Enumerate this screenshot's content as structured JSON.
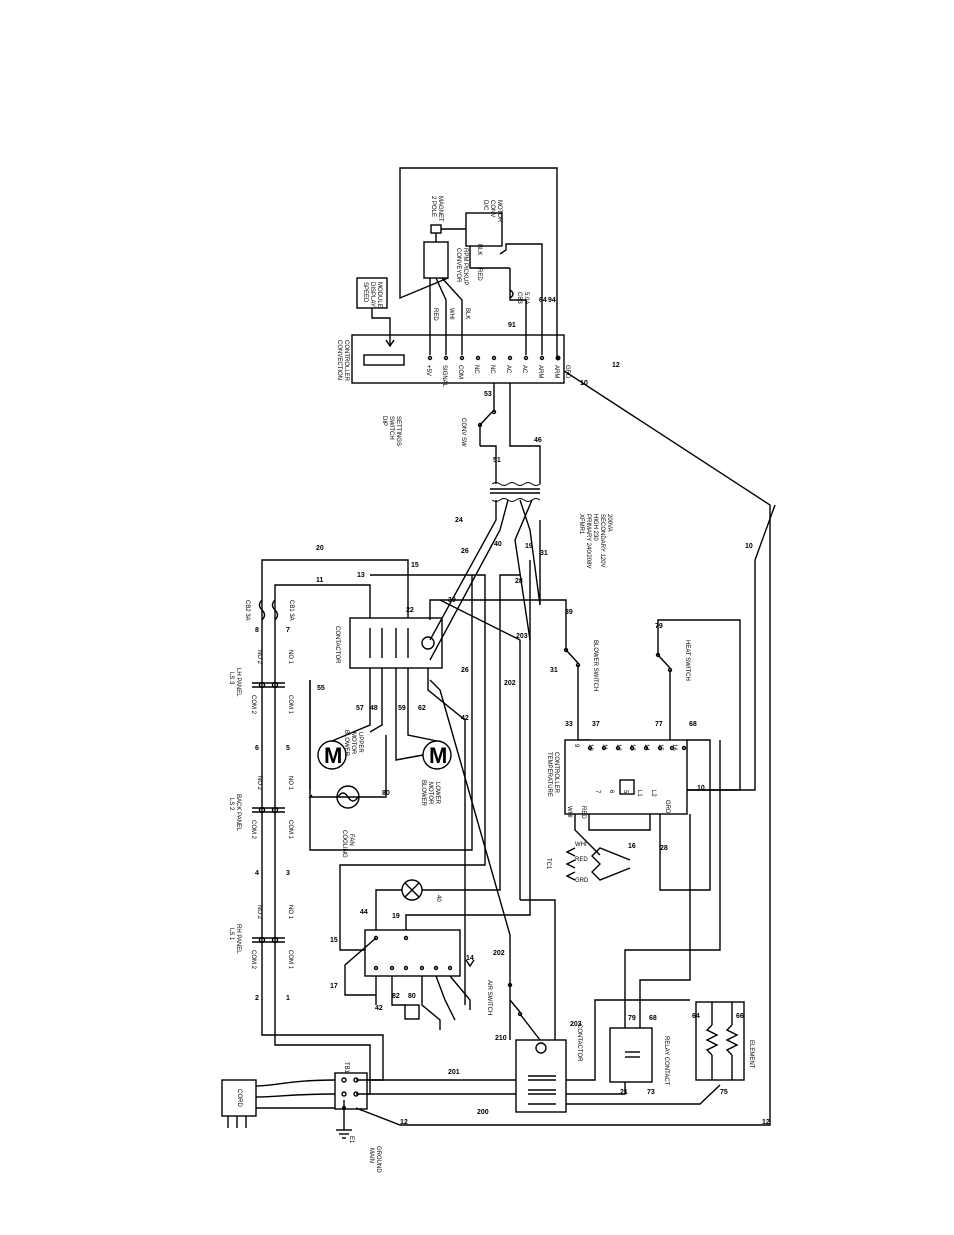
{
  "components": {
    "cord": "CORD",
    "main_ground": [
      "MAIN",
      "GROUND"
    ],
    "ground_id": "E1",
    "terminal_block": "TB1",
    "switch_ls1": [
      "LS 1",
      "RH PANEL"
    ],
    "switch_ls2": [
      "LS 2",
      "BACK PANEL"
    ],
    "switch_ls3": [
      "LS 3",
      "LH PANEL"
    ],
    "contacts": {
      "no1": "NO 1",
      "no2": "NO 2",
      "com1": "COM 1",
      "com2": "COM 2"
    },
    "cb1": "CB1 3A",
    "cb2": "CB2 3A",
    "contactor_a": "CONTACTOR",
    "contactor_b": "CONTACTOR",
    "blower_upper": [
      "BLOWER",
      "MOTOR",
      "UPPER"
    ],
    "blower_lower": [
      "BLOWER",
      "MOTOR",
      "LOWER"
    ],
    "cooling_fan": [
      "COOLING",
      "FAN"
    ],
    "motor_symbol": "M",
    "transformer": [
      "XFMR1",
      "PRIMARY 240/208V",
      "HIGH 230",
      "SECONDARY 120V",
      "200VA"
    ],
    "dip_switch": [
      "DIP",
      "SWITCH",
      "SETTINGS"
    ],
    "conv_switch": "CONV SW",
    "convection_controller": [
      "CONVECTION",
      "CONTROLLER"
    ],
    "speed_display": [
      "SPEED",
      "DISPLAY",
      "MODULE"
    ],
    "conveyor_pickup": [
      "CONVEYOR",
      "RPM PICKUP"
    ],
    "magnet": [
      "2 POLE",
      "MAGNET"
    ],
    "dc_motor": [
      "D/C",
      "CONV",
      "MOTOR"
    ],
    "cb3": [
      "CB3",
      "5.0A"
    ],
    "blower_switch": "BLOWER SWITCH",
    "heat_switch": "HEAT SWITCH",
    "air_switch": "AIR SWITCH",
    "temperature_controller": [
      "TEMPERATURE",
      "CONTROLLER"
    ],
    "thermocouple": "TC1",
    "tc_leads": [
      "WHI",
      "RED",
      "GRD"
    ],
    "relay_contact": "RELAY CONTACT",
    "element": "ELEMENT",
    "lamp": "40"
  },
  "controller_terminals": [
    "+5V",
    "SIGNAL",
    "COM",
    "NC",
    "NC",
    "AC",
    "AC",
    "ARM",
    "ARM",
    "GRD"
  ],
  "pickup_leads": [
    "RED",
    "WHI",
    "BLK"
  ],
  "motor_leads": [
    "RED",
    "BLK"
  ],
  "temp_terminals_top": [
    "9",
    "10",
    "11",
    "12",
    "13",
    "14",
    "15",
    "16"
  ],
  "temp_terminals_bottom": [
    "WHI",
    "RED",
    "7",
    "6",
    "5",
    "L1",
    "L2",
    "GRD"
  ],
  "wire_numbers": [
    "1",
    "2",
    "3",
    "4",
    "5",
    "6",
    "7",
    "8",
    "10",
    "10",
    "10",
    "11",
    "12",
    "12",
    "12",
    "13",
    "14",
    "15",
    "15",
    "16",
    "17",
    "19",
    "19",
    "20",
    "21",
    "22",
    "24",
    "26",
    "26",
    "28",
    "28",
    "31",
    "31",
    "33",
    "37",
    "39",
    "39",
    "40",
    "42",
    "42",
    "44",
    "46",
    "48",
    "51",
    "53",
    "55",
    "57",
    "59",
    "62",
    "64",
    "64",
    "66",
    "68",
    "68",
    "73",
    "75",
    "77",
    "79",
    "79",
    "80",
    "80",
    "82",
    "91",
    "94",
    "200",
    "201",
    "202",
    "202",
    "203",
    "203",
    "210"
  ]
}
